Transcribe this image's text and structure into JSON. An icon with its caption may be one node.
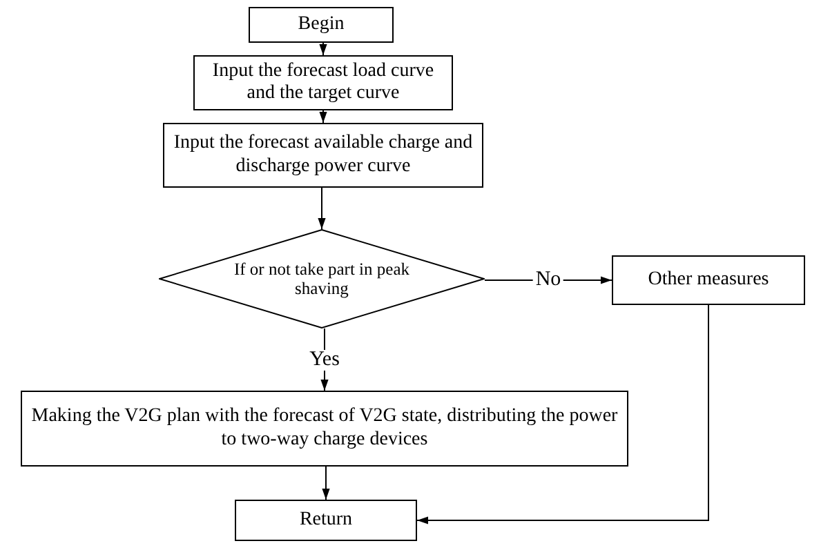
{
  "diagram": {
    "nodes": [
      {
        "text": [
          "Begin"
        ]
      },
      {
        "text": [
          "Input the forecast load curve and the target curve"
        ]
      },
      {
        "text": [
          "Input the forecast available charge and discharge power curve"
        ]
      },
      {
        "text": [
          "If or not take part in peak shaving"
        ]
      },
      {
        "text": [
          "Other measures"
        ]
      },
      {
        "text": [
          "Making the V2G plan with the forecast of V2G state, distributing the power to two-way charge devices"
        ]
      },
      {
        "text": [
          "Return"
        ]
      }
    ],
    "edges": [
      {
        "from": 0,
        "to": 1,
        "arrow": "to"
      },
      {
        "from": 1,
        "to": 2,
        "arrow": "to"
      },
      {
        "from": 2,
        "to": 3,
        "arrow": "to"
      },
      {
        "from": 3,
        "to": 4,
        "arrow": "to",
        "label": "No"
      },
      {
        "from": 3,
        "to": 5,
        "arrow": "to",
        "label": "Yes"
      },
      {
        "from": 5,
        "to": 6,
        "arrow": "to"
      },
      {
        "from": 4,
        "to": 6,
        "arrow": "to"
      }
    ]
  }
}
